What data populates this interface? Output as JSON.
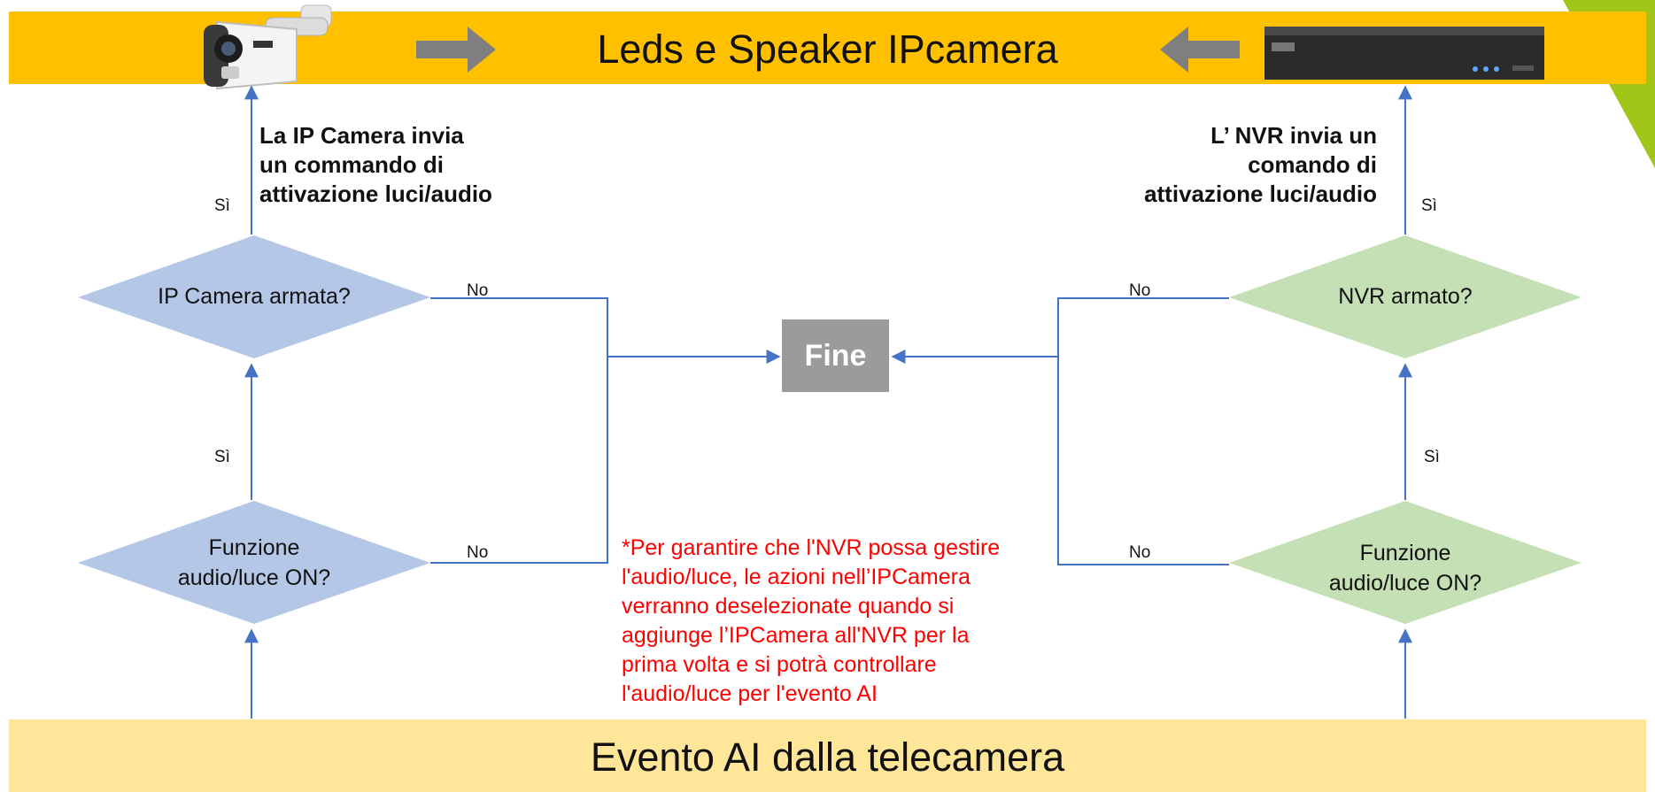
{
  "top_banner": {
    "title": "Leds e Speaker IPcamera"
  },
  "bottom_banner": {
    "title": "Evento AI dalla telecamera"
  },
  "end_node": {
    "label": "Fine"
  },
  "left_branch": {
    "decision_armed": "IP Camera armata?",
    "decision_function": [
      "Funzione",
      "audio/luce ON?"
    ],
    "action": [
      "La IP Camera invia",
      "un commando di",
      "attivazione luci/audio"
    ],
    "yes_label": "Sì",
    "no_label": "No"
  },
  "right_branch": {
    "decision_armed": "NVR armato?",
    "decision_function": [
      "Funzione",
      "audio/luce ON?"
    ],
    "action": [
      "L’ NVR invia un",
      "comando di",
      "attivazione luci/audio"
    ],
    "yes_label": "Sì",
    "no_label": "No"
  },
  "note": [
    "*Per garantire che l'NVR possa gestire",
    "l'audio/luce, le azioni nell’IPCamera",
    "verranno deselezionate quando si",
    "aggiunge l’IPCamera all'NVR per la",
    "prima volta e si potrà controllare",
    "l'audio/luce per l'evento AI"
  ],
  "colors": {
    "banner_top": "#FFC000",
    "banner_bottom": "#FFE699",
    "left_diamond": "#B4C7E7",
    "right_diamond": "#C5E0B4",
    "connector": "#4472C4",
    "end_node": "#9B9B9B",
    "note": "#FF0000",
    "accent_corner": "#A2C617"
  },
  "icons": {
    "camera": "bullet-camera-icon",
    "nvr": "nvr-recorder-icon",
    "arrow_right": "arrow-right-icon",
    "arrow_left": "arrow-left-icon"
  }
}
